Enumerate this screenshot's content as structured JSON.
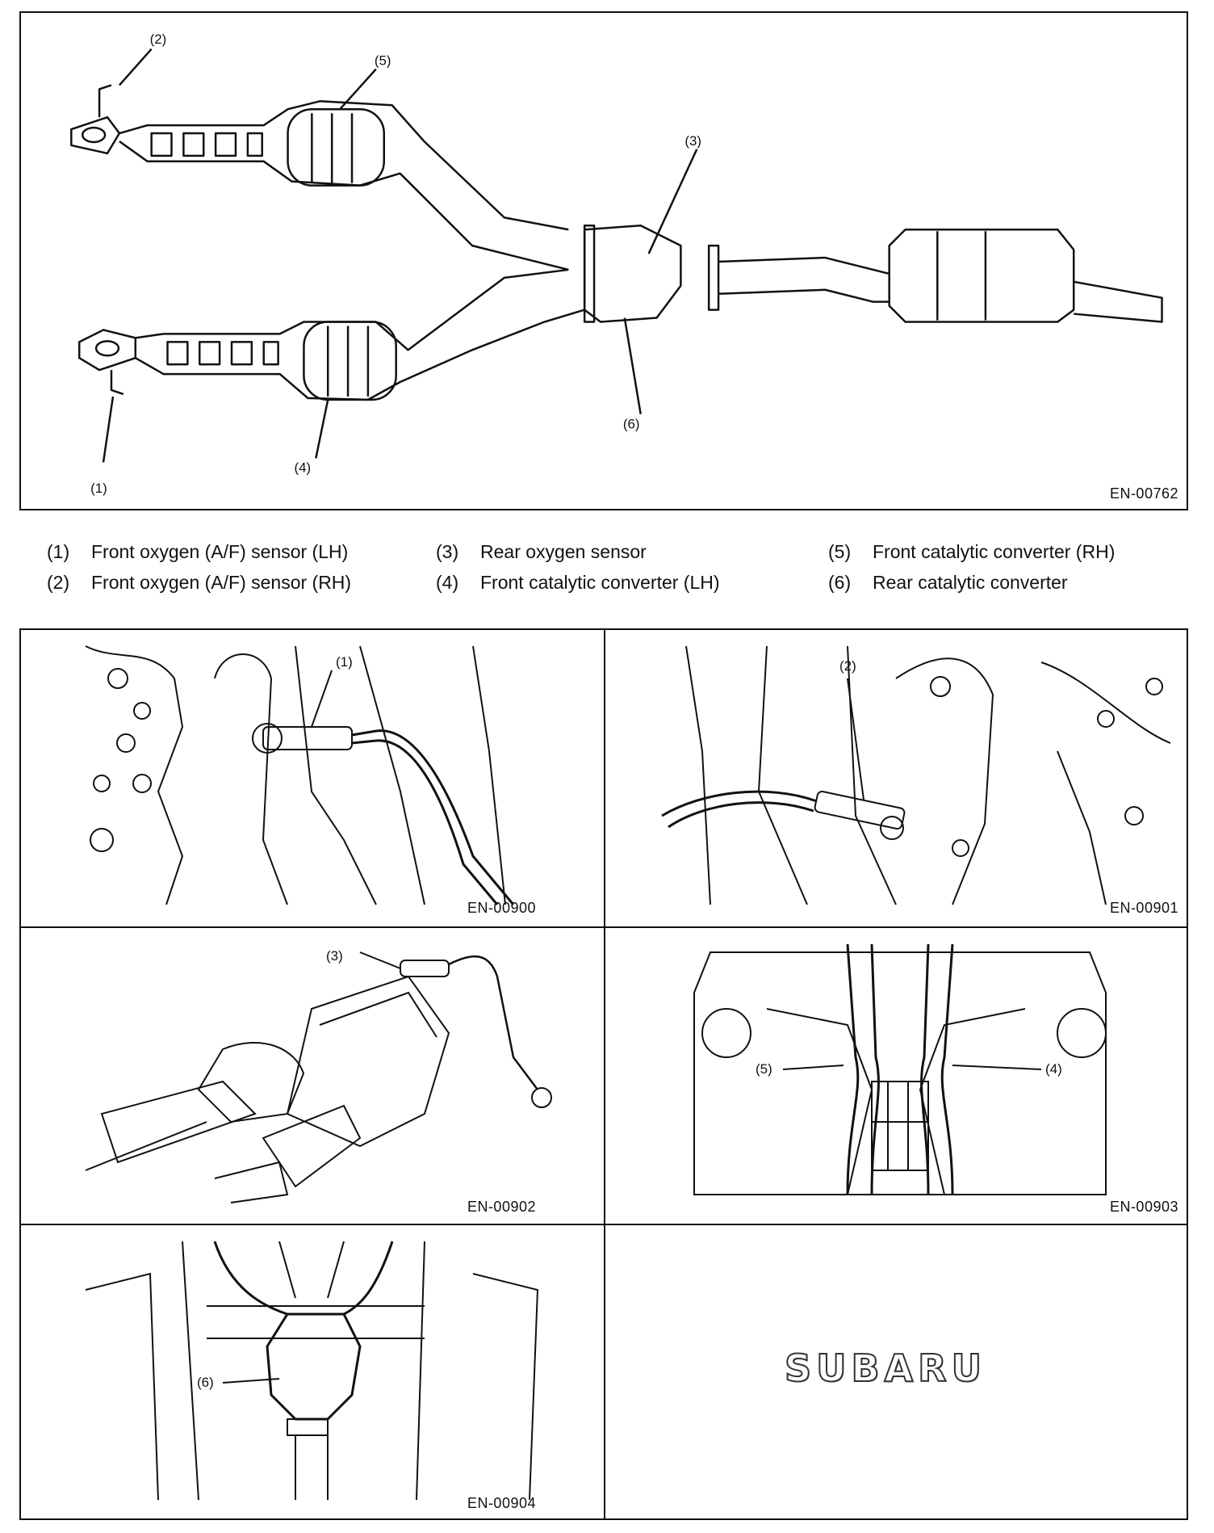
{
  "top_diagram": {
    "code": "EN-00762",
    "callouts": [
      "(1)",
      "(2)",
      "(3)",
      "(4)",
      "(5)",
      "(6)"
    ]
  },
  "legend": [
    {
      "num": "(1)",
      "text": "Front oxygen (A/F) sensor (LH)"
    },
    {
      "num": "(2)",
      "text": "Front oxygen (A/F) sensor (RH)"
    },
    {
      "num": "(3)",
      "text": "Rear oxygen sensor"
    },
    {
      "num": "(4)",
      "text": "Front catalytic converter (LH)"
    },
    {
      "num": "(5)",
      "text": "Front catalytic converter (RH)"
    },
    {
      "num": "(6)",
      "text": "Rear catalytic converter"
    }
  ],
  "panels": [
    {
      "code": "EN-00900",
      "callouts": [
        "(1)"
      ]
    },
    {
      "code": "EN-00901",
      "callouts": [
        "(2)"
      ]
    },
    {
      "code": "EN-00902",
      "callouts": [
        "(3)"
      ]
    },
    {
      "code": "EN-00903",
      "callouts": [
        "(5)",
        "(4)"
      ]
    },
    {
      "code": "EN-00904",
      "callouts": [
        "(6)"
      ]
    }
  ],
  "logo": "SUBARU"
}
